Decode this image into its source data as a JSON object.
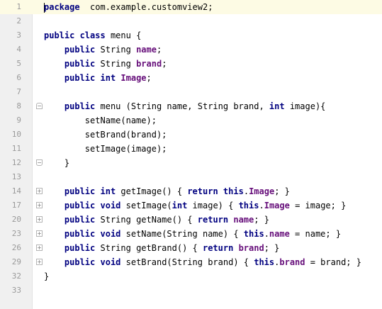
{
  "editor": {
    "lines": [
      {
        "n": "1",
        "tokens": [
          [
            "kw",
            "package"
          ],
          [
            "",
            "  com.example.customview2;"
          ]
        ],
        "current": true
      },
      {
        "n": "2",
        "tokens": []
      },
      {
        "n": "3",
        "tokens": [
          [
            "kw",
            "public"
          ],
          [
            "",
            ""
          ],
          [
            "kw",
            "class"
          ],
          [
            "",
            " menu {"
          ]
        ]
      },
      {
        "n": "4",
        "tokens": [
          [
            "",
            "    "
          ],
          [
            "kw",
            "public"
          ],
          [
            "",
            " String "
          ],
          [
            "fld",
            "name"
          ],
          [
            "",
            ";"
          ]
        ]
      },
      {
        "n": "5",
        "tokens": [
          [
            "",
            "    "
          ],
          [
            "kw",
            "public"
          ],
          [
            "",
            " String "
          ],
          [
            "fld",
            "brand"
          ],
          [
            "",
            ";"
          ]
        ]
      },
      {
        "n": "6",
        "tokens": [
          [
            "",
            "    "
          ],
          [
            "kw",
            "public"
          ],
          [
            "",
            ""
          ],
          [
            "kw",
            "int"
          ],
          [
            "",
            " "
          ],
          [
            "fld",
            "Image"
          ],
          [
            "",
            ";"
          ]
        ]
      },
      {
        "n": "7",
        "tokens": []
      },
      {
        "n": "8",
        "tokens": [
          [
            "",
            "    "
          ],
          [
            "kw",
            "public"
          ],
          [
            "",
            " menu (String name, String brand, "
          ],
          [
            "kw",
            "int"
          ],
          [
            "",
            " image){"
          ]
        ],
        "fold": "open"
      },
      {
        "n": "9",
        "tokens": [
          [
            "",
            "        setName(name);"
          ]
        ]
      },
      {
        "n": "10",
        "tokens": [
          [
            "",
            "        setBrand(brand);"
          ]
        ]
      },
      {
        "n": "11",
        "tokens": [
          [
            "",
            "        setImage(image);"
          ]
        ]
      },
      {
        "n": "12",
        "tokens": [
          [
            "",
            "    }"
          ]
        ],
        "fold": "close"
      },
      {
        "n": "13",
        "tokens": []
      },
      {
        "n": "14",
        "tokens": [
          [
            "",
            "    "
          ],
          [
            "kw",
            "public"
          ],
          [
            "",
            ""
          ],
          [
            "kw",
            "int"
          ],
          [
            "",
            " getImage() { "
          ],
          [
            "kw",
            "return"
          ],
          [
            "",
            " "
          ],
          [
            "kw",
            "this"
          ],
          [
            "",
            "."
          ],
          [
            "fld",
            "Image"
          ],
          [
            "",
            "; }"
          ]
        ],
        "fold": "plus"
      },
      {
        "n": "17",
        "tokens": [
          [
            "",
            "    "
          ],
          [
            "kw",
            "public"
          ],
          [
            "",
            ""
          ],
          [
            "kw",
            "void"
          ],
          [
            "",
            " setImage("
          ],
          [
            "kw",
            "int"
          ],
          [
            "",
            " image) { "
          ],
          [
            "kw",
            "this"
          ],
          [
            "",
            "."
          ],
          [
            "fld",
            "Image"
          ],
          [
            "",
            " = image; }"
          ]
        ],
        "fold": "plus"
      },
      {
        "n": "20",
        "tokens": [
          [
            "",
            "    "
          ],
          [
            "kw",
            "public"
          ],
          [
            "",
            " String getName() { "
          ],
          [
            "kw",
            "return"
          ],
          [
            "",
            " "
          ],
          [
            "fld",
            "name"
          ],
          [
            "",
            "; }"
          ]
        ],
        "fold": "plus"
      },
      {
        "n": "23",
        "tokens": [
          [
            "",
            "    "
          ],
          [
            "kw",
            "public"
          ],
          [
            "",
            ""
          ],
          [
            "kw",
            "void"
          ],
          [
            "",
            " setName(String name) { "
          ],
          [
            "kw",
            "this"
          ],
          [
            "",
            "."
          ],
          [
            "fld",
            "name"
          ],
          [
            "",
            " = name; }"
          ]
        ],
        "fold": "plus"
      },
      {
        "n": "26",
        "tokens": [
          [
            "",
            "    "
          ],
          [
            "kw",
            "public"
          ],
          [
            "",
            " String getBrand() { "
          ],
          [
            "kw",
            "return"
          ],
          [
            "",
            " "
          ],
          [
            "fld",
            "brand"
          ],
          [
            "",
            "; }"
          ]
        ],
        "fold": "plus"
      },
      {
        "n": "29",
        "tokens": [
          [
            "",
            "    "
          ],
          [
            "kw",
            "public"
          ],
          [
            "",
            ""
          ],
          [
            "kw",
            "void"
          ],
          [
            "",
            " setBrand(String brand) { "
          ],
          [
            "kw",
            "this"
          ],
          [
            "",
            "."
          ],
          [
            "fld",
            "brand"
          ],
          [
            "",
            " = brand; }"
          ]
        ],
        "fold": "plus"
      },
      {
        "n": "32",
        "tokens": [
          [
            "",
            "}"
          ]
        ]
      },
      {
        "n": "33",
        "tokens": []
      }
    ]
  },
  "colors": {
    "keyword": "#000080",
    "field": "#660e7a",
    "gutter": "#f0f0f0",
    "current_line": "#fdfbe4",
    "line_number": "#999999"
  }
}
